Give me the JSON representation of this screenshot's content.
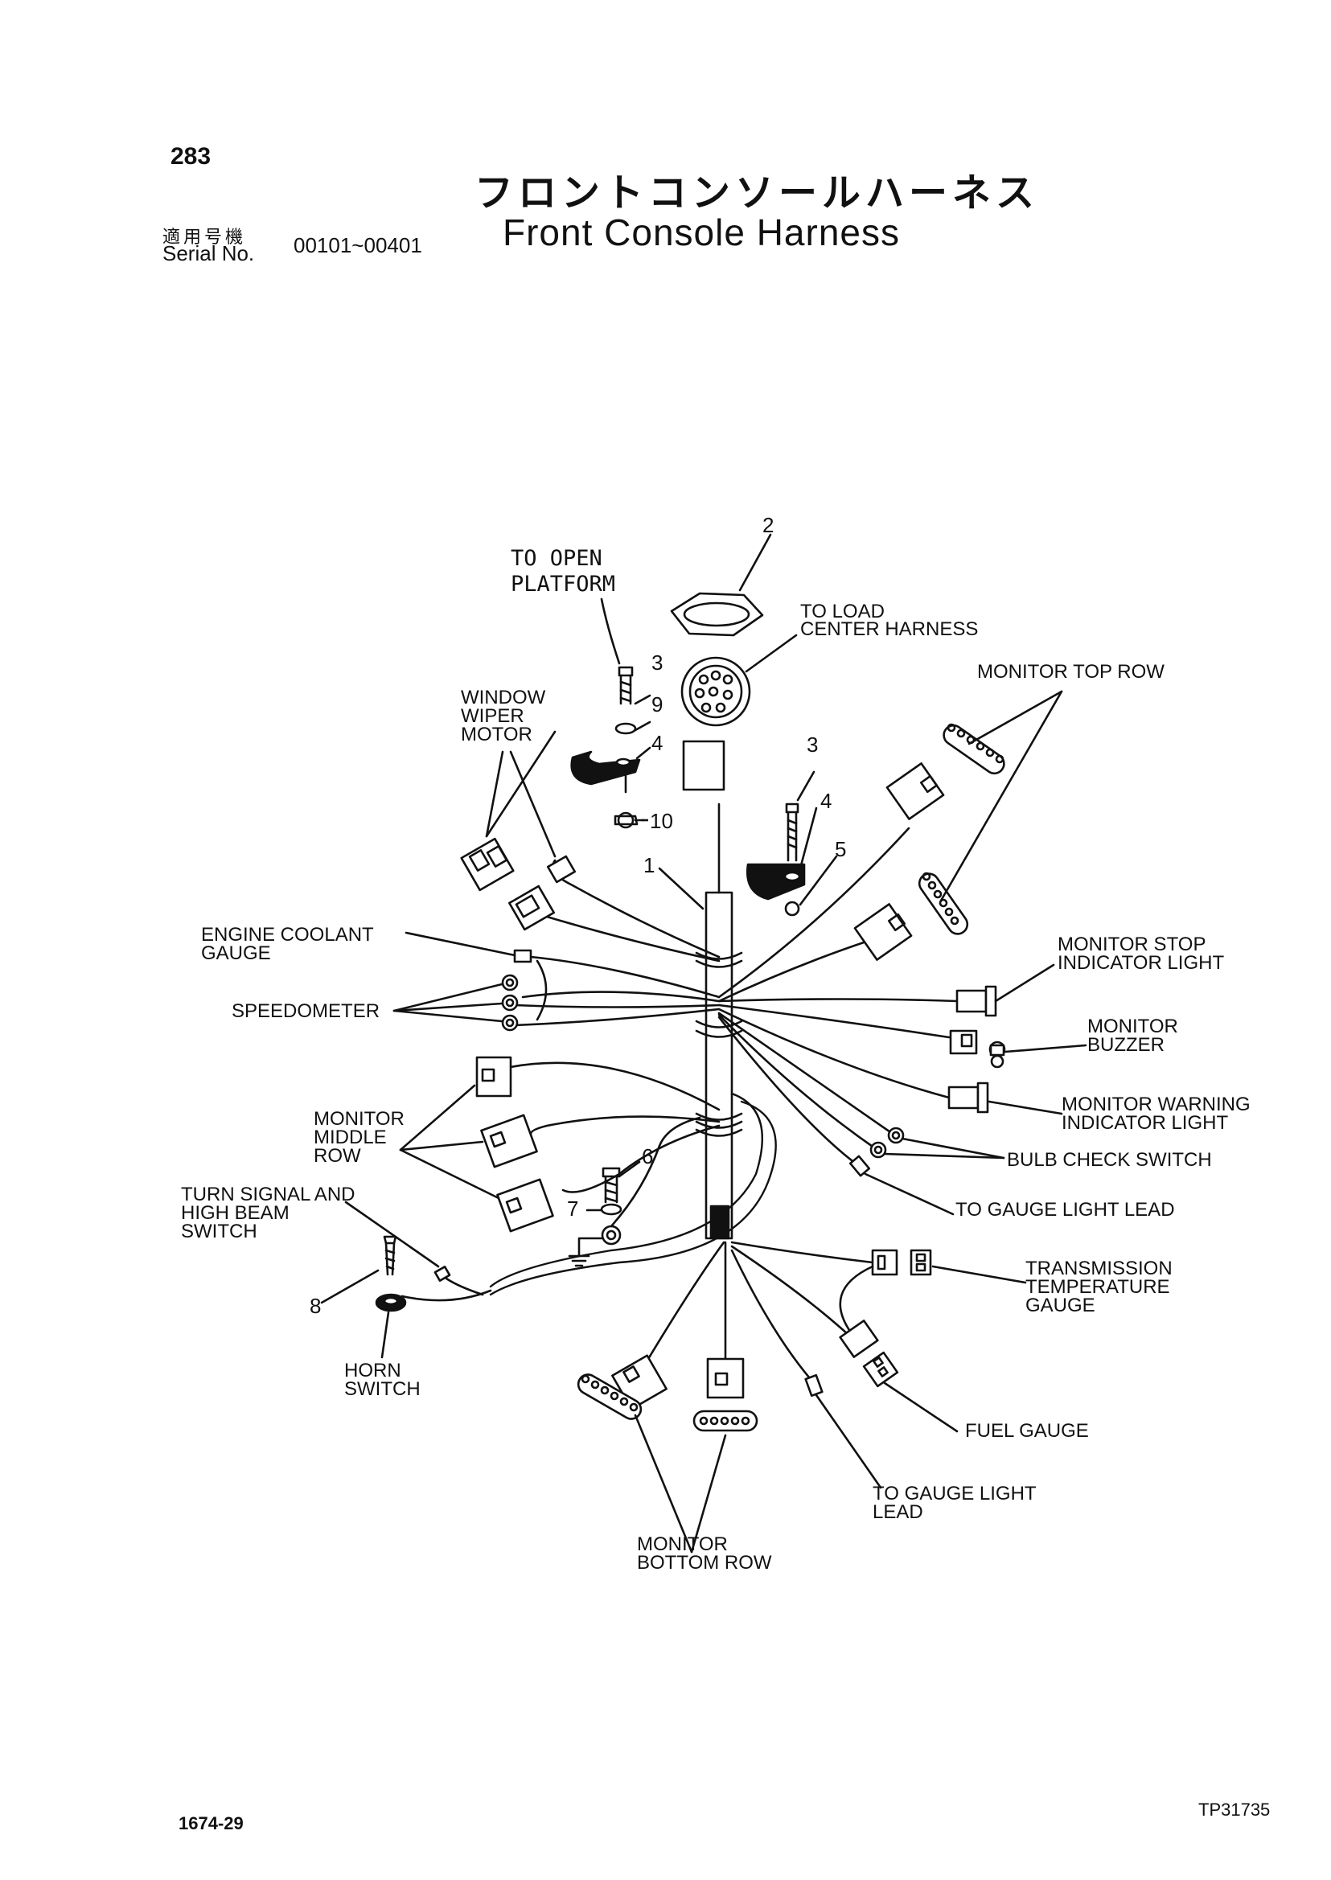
{
  "header": {
    "page_number": "283",
    "title_jp": "フロントコンソールハーネス",
    "title_en": "Front Console Harness",
    "serial_label_jp": "適用号機",
    "serial_label_en": "Serial No.",
    "serial_range": "00101~00401"
  },
  "footer": {
    "doc_id": "1674-29",
    "tp_code": "TP31735"
  },
  "labels": {
    "to_open_platform": [
      "TO OPEN",
      "PLATFORM"
    ],
    "to_load_center_harness": [
      "TO LOAD",
      "CENTER HARNESS"
    ],
    "monitor_top_row": [
      "MONITOR TOP ROW"
    ],
    "window_wiper_motor": [
      "WINDOW",
      "WIPER",
      "MOTOR"
    ],
    "engine_coolant_gauge": [
      "ENGINE COOLANT",
      "GAUGE"
    ],
    "speedometer": [
      "SPEEDOMETER"
    ],
    "monitor_stop_indicator_light": [
      "MONITOR STOP",
      "INDICATOR LIGHT"
    ],
    "monitor_buzzer": [
      "MONITOR",
      "BUZZER"
    ],
    "monitor_middle_row": [
      "MONITOR",
      "MIDDLE",
      "ROW"
    ],
    "monitor_warning_indicator_light": [
      "MONITOR WARNING",
      "INDICATOR LIGHT"
    ],
    "bulb_check_switch": [
      "BULB CHECK SWITCH"
    ],
    "to_gauge_light_lead_right": [
      "TO GAUGE LIGHT LEAD"
    ],
    "turn_signal_switch": [
      "TURN SIGNAL AND",
      "HIGH BEAM",
      "SWITCH"
    ],
    "transmission_temperature_gauge": [
      "TRANSMISSION",
      "TEMPERATURE",
      "GAUGE"
    ],
    "horn_switch": [
      "HORN",
      "SWITCH"
    ],
    "fuel_gauge": [
      "FUEL GAUGE"
    ],
    "to_gauge_light_lead_bottom": [
      "TO GAUGE LIGHT",
      "LEAD"
    ],
    "monitor_bottom_row": [
      "MONITOR",
      "BOTTOM ROW"
    ]
  },
  "part_numbers": {
    "n1": "1",
    "n2": "2",
    "n3a": "3",
    "n3b": "3",
    "n4a": "4",
    "n4b": "4",
    "n5": "5",
    "n6": "6",
    "n7": "7",
    "n8": "8",
    "n9": "9",
    "n10": "10"
  }
}
